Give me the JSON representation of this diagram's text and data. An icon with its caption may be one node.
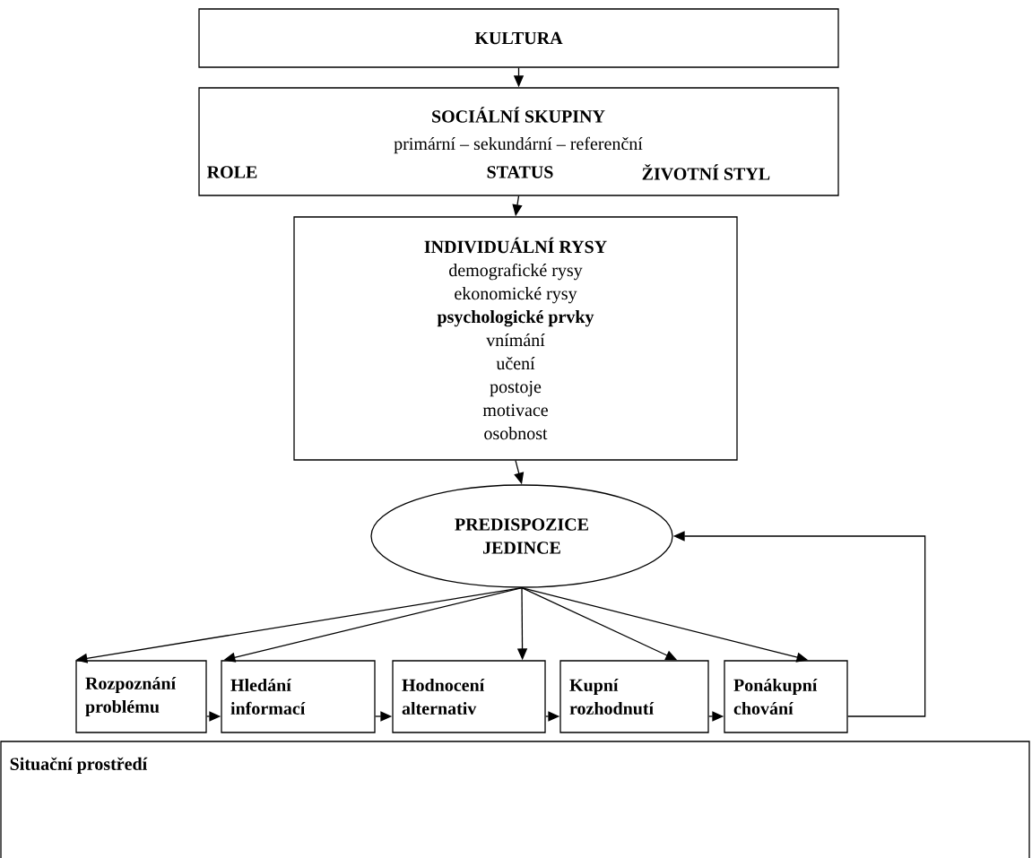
{
  "diagram": {
    "nodes": [
      {
        "text": [
          "KULTURA"
        ]
      },
      {
        "text": [
          "SOCIÁLNÍ SKUPINY",
          "primární – sekundární – referenční",
          "ROLE",
          "STATUS",
          "ŽIVOTNÍ STYL"
        ]
      },
      {
        "text": [
          "INDIVIDUÁLNÍ RYSY",
          "demografické rysy",
          "ekonomické rysy",
          "psychologické prvky",
          "vnímání",
          "učení",
          "postoje",
          "motivace",
          "osobnost"
        ]
      },
      {
        "text": [
          "PREDISPOZICE JEDINCE"
        ]
      },
      {
        "text": [
          "Rozpoznání problému"
        ]
      },
      {
        "text": [
          "Hledání informací"
        ]
      },
      {
        "text": [
          "Hodnocení alternativ"
        ]
      },
      {
        "text": [
          "Kupní rozhodnutí"
        ]
      },
      {
        "text": [
          "Ponákupní chování"
        ]
      },
      {
        "text": [
          "Situační prostředí"
        ]
      }
    ],
    "edges": [
      {
        "from": 0,
        "to": 1,
        "arrow": "to"
      },
      {
        "from": 1,
        "to": 2,
        "arrow": "to"
      },
      {
        "from": 2,
        "to": 3,
        "arrow": "to"
      },
      {
        "from": 3,
        "to": 4,
        "arrow": "to"
      },
      {
        "from": 3,
        "to": 5,
        "arrow": "to"
      },
      {
        "from": 3,
        "to": 6,
        "arrow": "to"
      },
      {
        "from": 3,
        "to": 7,
        "arrow": "to"
      },
      {
        "from": 3,
        "to": 8,
        "arrow": "to"
      },
      {
        "from": 4,
        "to": 5,
        "arrow": "to"
      },
      {
        "from": 5,
        "to": 6,
        "arrow": "to"
      },
      {
        "from": 6,
        "to": 7,
        "arrow": "to"
      },
      {
        "from": 7,
        "to": 8,
        "arrow": "to"
      },
      {
        "from": 8,
        "to": 3,
        "arrow": "to"
      }
    ]
  }
}
